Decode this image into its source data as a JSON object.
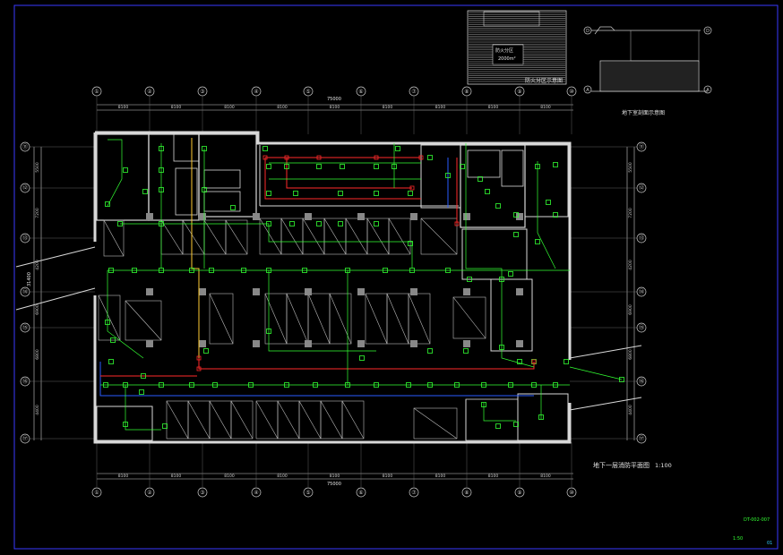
{
  "drawing": {
    "main_title": "地下一层消防平面图",
    "scale": "1:100",
    "drawing_number": "DT-002-007",
    "sheet_note": "1:50",
    "corner_mark": "01",
    "total_dimension_top": "75000",
    "total_dimension_bottom": "75000",
    "total_dimension_left": "31400"
  },
  "inset_fire_zone": {
    "caption": "防火分区示意图",
    "zone_label": "防火分区",
    "zone_area": "2000m²"
  },
  "inset_section": {
    "caption": "地下室剖面示意图"
  },
  "grid": {
    "columns_top": [
      "①",
      "②",
      "③",
      "④",
      "⑤",
      "⑥",
      "⑦",
      "⑧",
      "⑨",
      "⑩"
    ],
    "columns_bottom": [
      "①",
      "②",
      "③",
      "④",
      "⑤",
      "⑥",
      "⑦",
      "⑧",
      "⑨",
      "⑩"
    ],
    "rows_left": [
      "⑪",
      "⑫",
      "⑬",
      "⑭",
      "⑮",
      "⑯",
      "⑰"
    ],
    "rows_right": [
      "⑪",
      "⑫",
      "⑬",
      "⑭",
      "⑮",
      "⑯",
      "⑰"
    ],
    "bay_dims_top": [
      "8100",
      "8100",
      "8100",
      "8100",
      "8100",
      "8100",
      "8100",
      "8100",
      "8100"
    ],
    "bay_dims_bottom": [
      "8100",
      "8100",
      "8100",
      "8100",
      "8100",
      "8100",
      "8100",
      "8100",
      "8100"
    ],
    "row_dims_left": [
      "5500",
      "7200",
      "4200",
      "6900",
      "6800",
      "4400"
    ],
    "row_dims_right": [
      "5500",
      "7200",
      "4200",
      "6900",
      "6800",
      "4400"
    ]
  },
  "legend": {
    "colors": {
      "background": "#000000",
      "frame": "#3a3aff",
      "walls": "#d8d8d8",
      "devices": "#33ff33",
      "fire_alarm_line": "#ff2a2a",
      "signal_line": "#2a5bff",
      "broadcast_line": "#ffcc33"
    }
  }
}
